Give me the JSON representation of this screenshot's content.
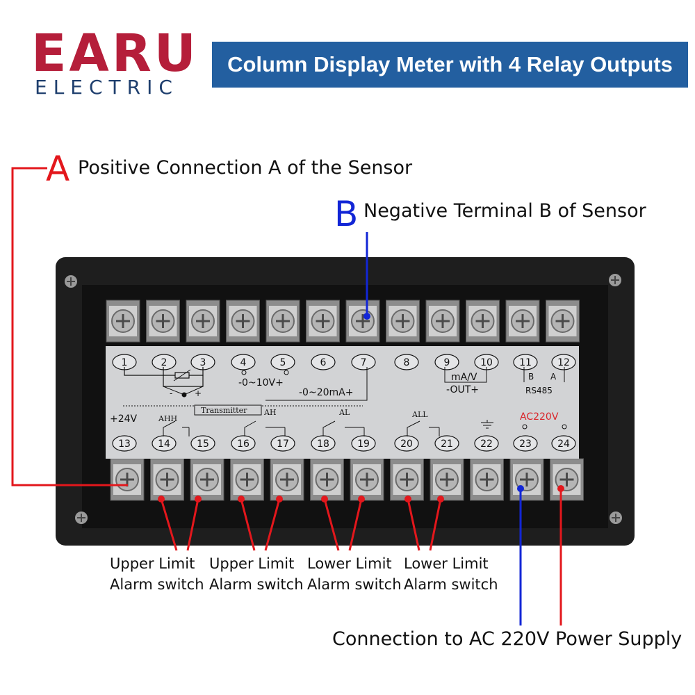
{
  "brand": {
    "name": "EARU",
    "sub": "ELECTRIC"
  },
  "banner": {
    "title": "Column Display Meter with 4 Relay Outputs"
  },
  "callouts": {
    "a": {
      "letter": "A",
      "text": "Positive Connection A of the Sensor"
    },
    "b": {
      "letter": "B",
      "text": "Negative Terminal B of Sensor"
    },
    "power": {
      "text": "Connection to AC 220V Power Supply"
    }
  },
  "alarms": [
    {
      "line1": "Upper Limit",
      "line2": "Alarm switch"
    },
    {
      "line1": "Upper Limit",
      "line2": "Alarm switch"
    },
    {
      "line1": "Lower Limit",
      "line2": "Alarm switch"
    },
    {
      "line1": "Lower Limit",
      "line2": "Alarm switch"
    }
  ],
  "terminals": {
    "top": [
      "1",
      "2",
      "3",
      "4",
      "5",
      "6",
      "7",
      "8",
      "9",
      "10",
      "11",
      "12"
    ],
    "bottom": [
      "13",
      "14",
      "15",
      "16",
      "17",
      "18",
      "19",
      "20",
      "21",
      "22",
      "23",
      "24"
    ]
  },
  "plate": {
    "range_voltage": "-0~10V+",
    "range_current": "-0~20mA+",
    "out_unit": "mA/V",
    "out_label": "-OUT+",
    "rs_b": "B",
    "rs_a": "A",
    "rs485": "RS485",
    "transmitter": "Transmitter",
    "plus24v": "+24V",
    "ahh": "AHH",
    "ah": "AH",
    "al": "AL",
    "all": "ALL",
    "ac220v": "AC220V",
    "pm_minus": "-",
    "pm_plus": "+"
  },
  "colors": {
    "brand_red": "#b51e3a",
    "banner_blue": "#235fa0",
    "callout_red": "#e3171c",
    "callout_blue": "#1226d6",
    "ac_red": "#d9262b"
  }
}
